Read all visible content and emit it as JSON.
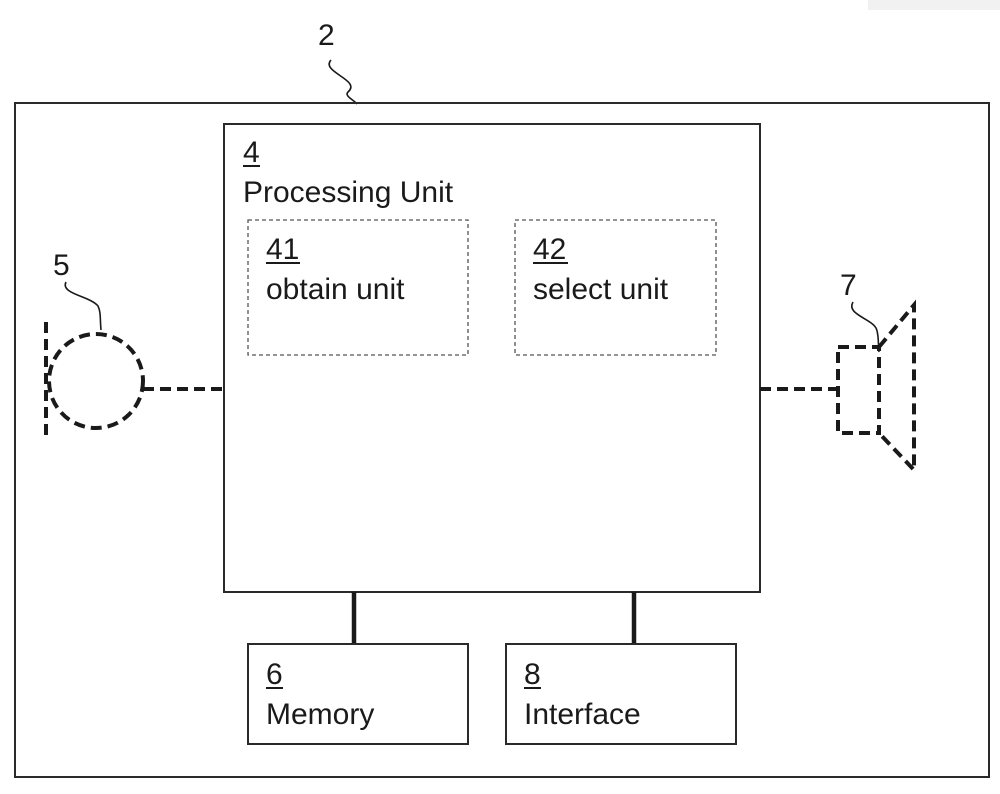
{
  "device_ref": "2",
  "processing_unit": {
    "ref": "4",
    "label": "Processing Unit"
  },
  "obtain_unit": {
    "ref": "41",
    "label": "obtain unit"
  },
  "select_unit": {
    "ref": "42",
    "label": "select unit"
  },
  "microphone": {
    "ref": "5"
  },
  "loudspeaker": {
    "ref": "7"
  },
  "memory": {
    "ref": "6",
    "label": "Memory"
  },
  "interface": {
    "ref": "8",
    "label": "Interface"
  }
}
